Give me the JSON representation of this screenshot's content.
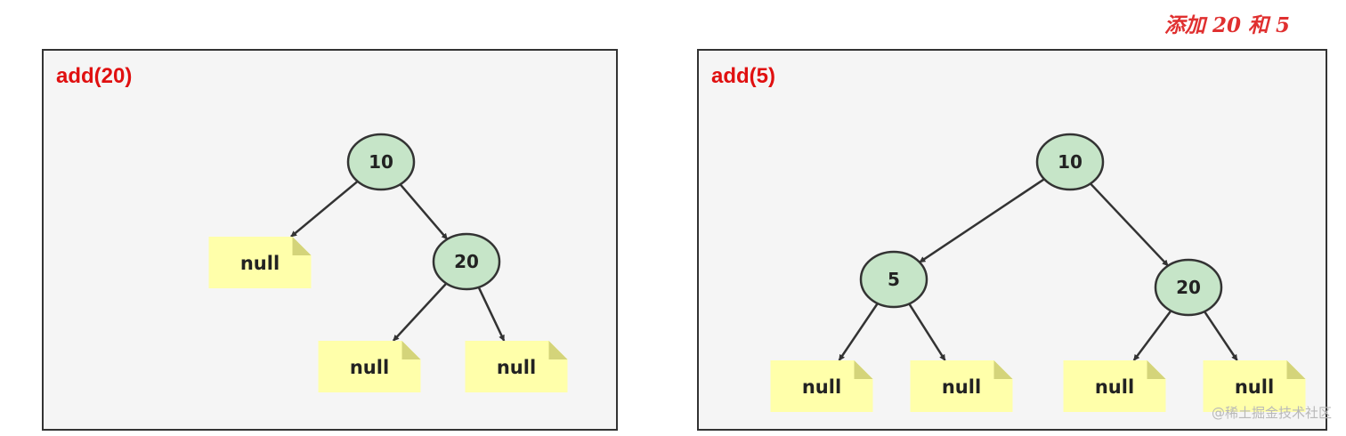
{
  "heading": "添加 20 和 5",
  "watermark": "@稀土掘金技术社区",
  "colors": {
    "panel_bg": "#f5f5f5",
    "panel_border": "#333333",
    "title": "#e01010",
    "node_fill": "#c6e5c8",
    "node_stroke": "#333333",
    "null_fill": "#ffffaa",
    "null_fold": "#d4d47a",
    "edge": "#333333",
    "heading": "#e03030",
    "watermark": "#b8b8b8"
  },
  "panels": [
    {
      "title": "add(20)",
      "nodes": [
        {
          "id": "n10",
          "kind": "value",
          "label": "10"
        },
        {
          "id": "nnull_a",
          "kind": "null",
          "label": "null"
        },
        {
          "id": "n20",
          "kind": "value",
          "label": "20"
        },
        {
          "id": "nnull_b",
          "kind": "null",
          "label": "null"
        },
        {
          "id": "nnull_c",
          "kind": "null",
          "label": "null"
        }
      ],
      "edges": [
        {
          "from": "n10",
          "to": "nnull_a"
        },
        {
          "from": "n10",
          "to": "n20"
        },
        {
          "from": "n20",
          "to": "nnull_b"
        },
        {
          "from": "n20",
          "to": "nnull_c"
        }
      ]
    },
    {
      "title": "add(5)",
      "nodes": [
        {
          "id": "m10",
          "kind": "value",
          "label": "10"
        },
        {
          "id": "m5",
          "kind": "value",
          "label": "5"
        },
        {
          "id": "m20",
          "kind": "value",
          "label": "20"
        },
        {
          "id": "mnull_a",
          "kind": "null",
          "label": "null"
        },
        {
          "id": "mnull_b",
          "kind": "null",
          "label": "null"
        },
        {
          "id": "mnull_c",
          "kind": "null",
          "label": "null"
        },
        {
          "id": "mnull_d",
          "kind": "null",
          "label": "null"
        }
      ],
      "edges": [
        {
          "from": "m10",
          "to": "m5"
        },
        {
          "from": "m10",
          "to": "m20"
        },
        {
          "from": "m5",
          "to": "mnull_a"
        },
        {
          "from": "m5",
          "to": "mnull_b"
        },
        {
          "from": "m20",
          "to": "mnull_c"
        },
        {
          "from": "m20",
          "to": "mnull_d"
        }
      ]
    }
  ]
}
